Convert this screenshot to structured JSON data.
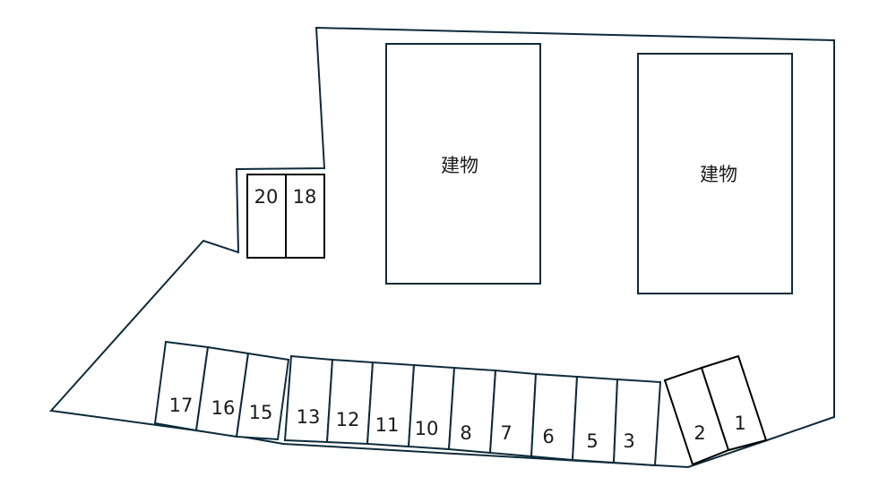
{
  "colors": {
    "line": "#0d2b3a",
    "background": "#ffffff",
    "text": "#1a1a1a"
  },
  "buildings": [
    {
      "label": "建物"
    },
    {
      "label": "建物"
    }
  ],
  "spaces": {
    "s20": "20",
    "s18": "18",
    "s17": "17",
    "s16": "16",
    "s15": "15",
    "s13": "13",
    "s12": "12",
    "s11": "11",
    "s10": "10",
    "s8": "8",
    "s7": "7",
    "s6": "6",
    "s5": "5",
    "s3": "3",
    "s2": "2",
    "s1": "1"
  }
}
